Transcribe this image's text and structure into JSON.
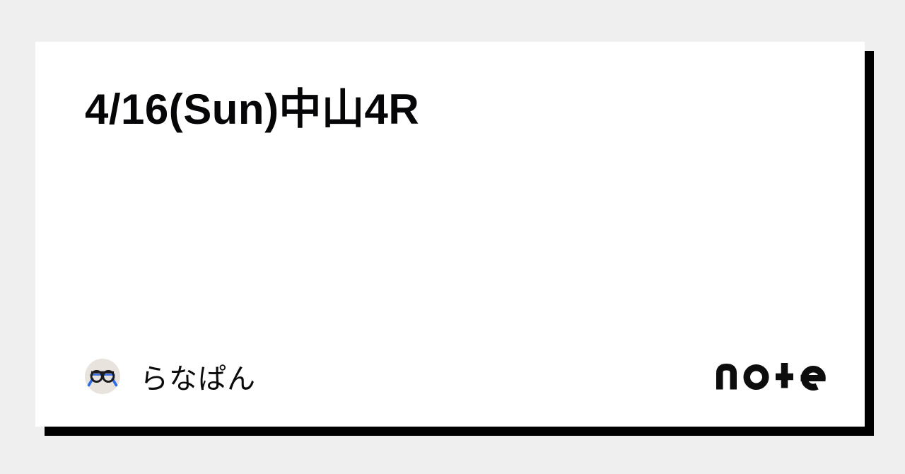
{
  "page": {
    "background_color": "#efefef",
    "card_color": "#ffffff",
    "shadow_color": "#000000"
  },
  "card": {
    "title": "4/16(Sun)中山4R"
  },
  "footer": {
    "author": {
      "name": "らなぱん",
      "avatar_icon": "glasses-icon",
      "avatar_bg_color": "#e9e3de"
    },
    "logo_text": "note"
  },
  "colors": {
    "title_text": "#060608",
    "author_text": "#0b0b0d",
    "logo": "#0d0d0d",
    "glasses_frame": "#1a1a1e",
    "glasses_blue": "#2e6be6"
  }
}
